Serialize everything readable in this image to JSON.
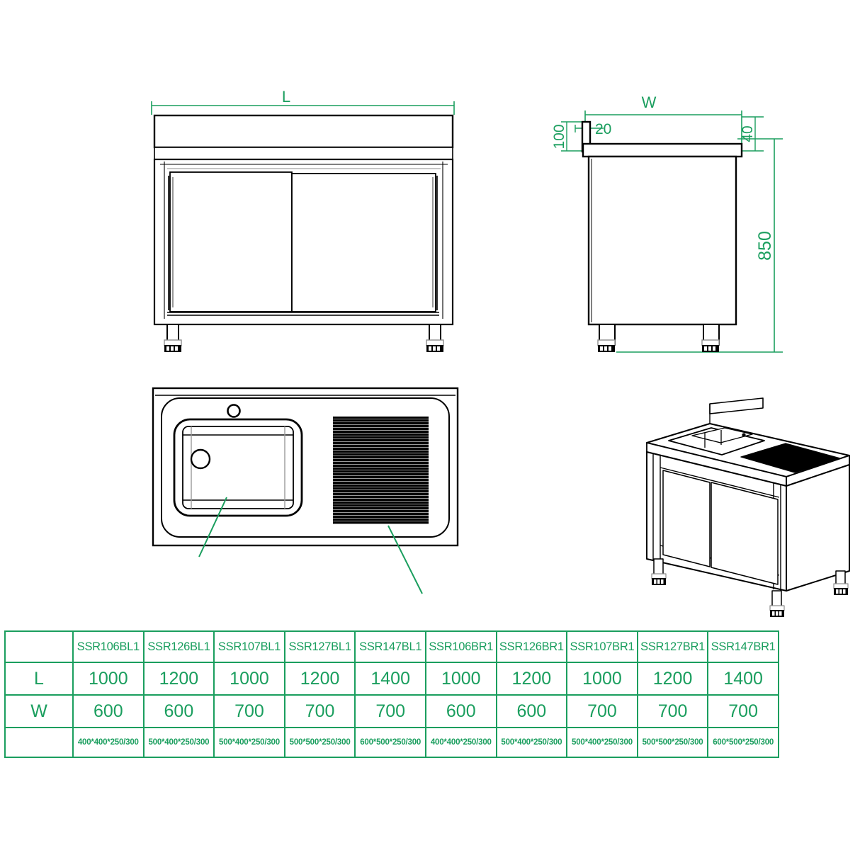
{
  "drawing": {
    "title": "Stainless steel sink cabinet with sliding doors",
    "accent_color": "#1a9e5e",
    "line_color": "#000000",
    "background": "#ffffff"
  },
  "views": {
    "front_elevation": {
      "name": "Front elevation",
      "dimension_labels": [
        {
          "id": "L",
          "text": "L",
          "orientation": "horizontal"
        }
      ]
    },
    "side_elevation": {
      "name": "Side elevation",
      "dimension_labels": [
        {
          "id": "W",
          "text": "W",
          "orientation": "horizontal"
        },
        {
          "id": "upstand_thickness",
          "text": "20",
          "orientation": "horizontal"
        },
        {
          "id": "upstand_height",
          "text": "100",
          "orientation": "vertical"
        },
        {
          "id": "top_thickness",
          "text": "40",
          "orientation": "vertical"
        },
        {
          "id": "work_height",
          "text": "850",
          "orientation": "vertical"
        }
      ]
    },
    "plan_view": {
      "name": "Plan view",
      "features": [
        {
          "id": "tap-hole",
          "label": ""
        },
        {
          "id": "sink-bowl",
          "label": ""
        },
        {
          "id": "drainer",
          "label": ""
        }
      ]
    },
    "isometric_view": {
      "name": "Isometric view"
    }
  },
  "spec_table": {
    "row_labels": [
      "",
      "L",
      "W",
      ""
    ],
    "models": [
      "SSR106BL1",
      "SSR126BL1",
      "SSR107BL1",
      "SSR127BL1",
      "SSR147BL1",
      "SSR106BR1",
      "SSR126BR1",
      "SSR107BR1",
      "SSR127BR1",
      "SSR147BR1"
    ],
    "length": [
      "1000",
      "1200",
      "1000",
      "1200",
      "1400",
      "1000",
      "1200",
      "1000",
      "1200",
      "1400"
    ],
    "width": [
      "600",
      "600",
      "700",
      "700",
      "700",
      "600",
      "600",
      "700",
      "700",
      "700"
    ],
    "bowl": [
      "400*400*250/300",
      "500*400*250/300",
      "500*400*250/300",
      "500*500*250/300",
      "600*500*250/300",
      "400*400*250/300",
      "500*400*250/300",
      "500*400*250/300",
      "500*500*250/300",
      "600*500*250/300"
    ]
  }
}
